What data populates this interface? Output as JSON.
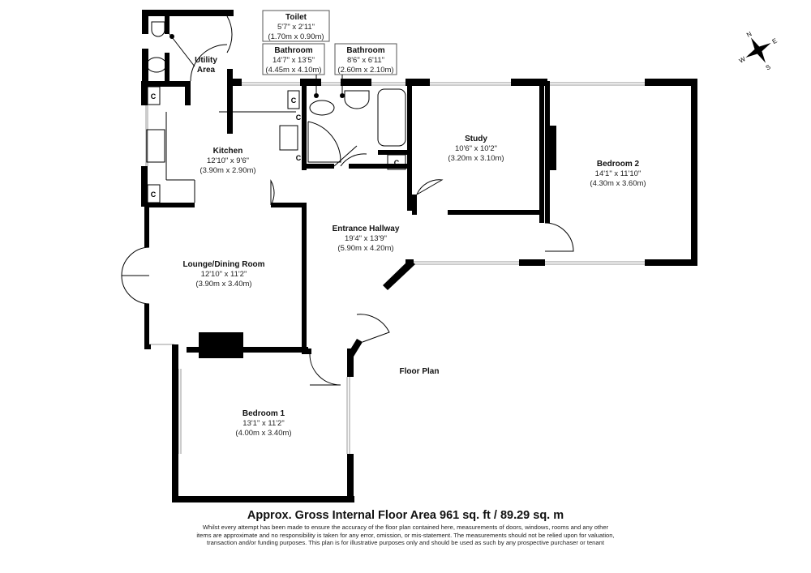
{
  "rooms": {
    "toilet": {
      "name": "Toilet",
      "imperial": "5'7\" x 2'11\"",
      "metric": "(1.70m x 0.90m)"
    },
    "bathroom_main": {
      "name": "Bathroom",
      "imperial": "14'7\" x 13'5\"",
      "metric": "(4.45m x 4.10m)"
    },
    "bathroom_small": {
      "name": "Bathroom",
      "imperial": "8'6\" x 6'11\"",
      "metric": "(2.60m x 2.10m)"
    },
    "utility": {
      "name_line1": "Utility",
      "name_line2": "Area"
    },
    "kitchen": {
      "name": "Kitchen",
      "imperial": "12'10\" x 9'6\"",
      "metric": "(3.90m x 2.90m)"
    },
    "study": {
      "name": "Study",
      "imperial": "10'6\" x 10'2\"",
      "metric": "(3.20m x 3.10m)"
    },
    "bedroom2": {
      "name": "Bedroom 2",
      "imperial": "14'1\" x 11'10\"",
      "metric": "(4.30m x 3.60m)"
    },
    "hallway": {
      "name": "Entrance Hallway",
      "imperial": "19'4\" x 13'9\"",
      "metric": "(5.90m x 4.20m)"
    },
    "lounge": {
      "name": "Lounge/Dining Room",
      "imperial": "12'10\" x 11'2\"",
      "metric": "(3.90m x 3.40m)"
    },
    "bedroom1": {
      "name": "Bedroom 1",
      "imperial": "13'1\" x 11'2\"",
      "metric": "(4.00m x 3.40m)"
    }
  },
  "cupboard_label": "C",
  "plan_label": "Floor Plan",
  "compass": {
    "n": "N",
    "s": "S",
    "e": "E",
    "w": "W"
  },
  "footer": {
    "area": "Approx. Gross Internal Floor Area 961 sq. ft / 89.29 sq. m",
    "disclaimer": "Whilst every attempt has been made to ensure the accuracy of the floor plan contained here, measurements of doors, windows, rooms and any other items are approximate and no responsibility is taken for any error, omission, or mis-statement. The measurements should not be relied upon for valuation, transaction and/or funding purposes. This plan is for illustrative purposes only and should be used as such by any prospective purchaser or tenant"
  }
}
